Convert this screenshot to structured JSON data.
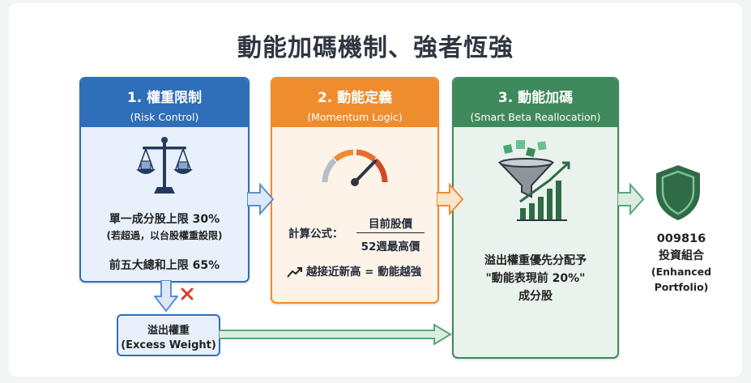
{
  "title": "動能加碼機制、強者恆強",
  "panels": [
    {
      "heading": "1. 權重限制",
      "subheading": "(Risk Control)",
      "lines": [
        "單一成分股上限 30%",
        "(若超過，以台股權重設限)",
        "前五大總和上限 65%"
      ],
      "accent": "#2f6eb8",
      "icon": "balance-scale-icon"
    },
    {
      "heading": "2. 動能定義",
      "subheading": "(Momentum Logic)",
      "formula": {
        "label": "計算公式：",
        "numerator": "目前股價",
        "denominator": "52週最高價"
      },
      "trend_text": "越接近新高 = 動能越強",
      "accent": "#ef8c2e",
      "icon": "speedometer-gauge-icon"
    },
    {
      "heading": "3. 動能加碼",
      "subheading": "(Smart Beta Reallocation)",
      "lines": [
        "溢出權重優先分配予",
        "\"動能表現前 20%\"",
        "成分股"
      ],
      "accent": "#3f8a5c",
      "icon": "funnel-growth-chart-icon"
    }
  ],
  "excess": {
    "line1": "溢出權重",
    "line2": "(Excess Weight)"
  },
  "result": {
    "code": "009816",
    "name": "投資組合",
    "en_line1": "(Enhanced",
    "en_line2": "Portfolio)",
    "icon": "shield-icon"
  }
}
